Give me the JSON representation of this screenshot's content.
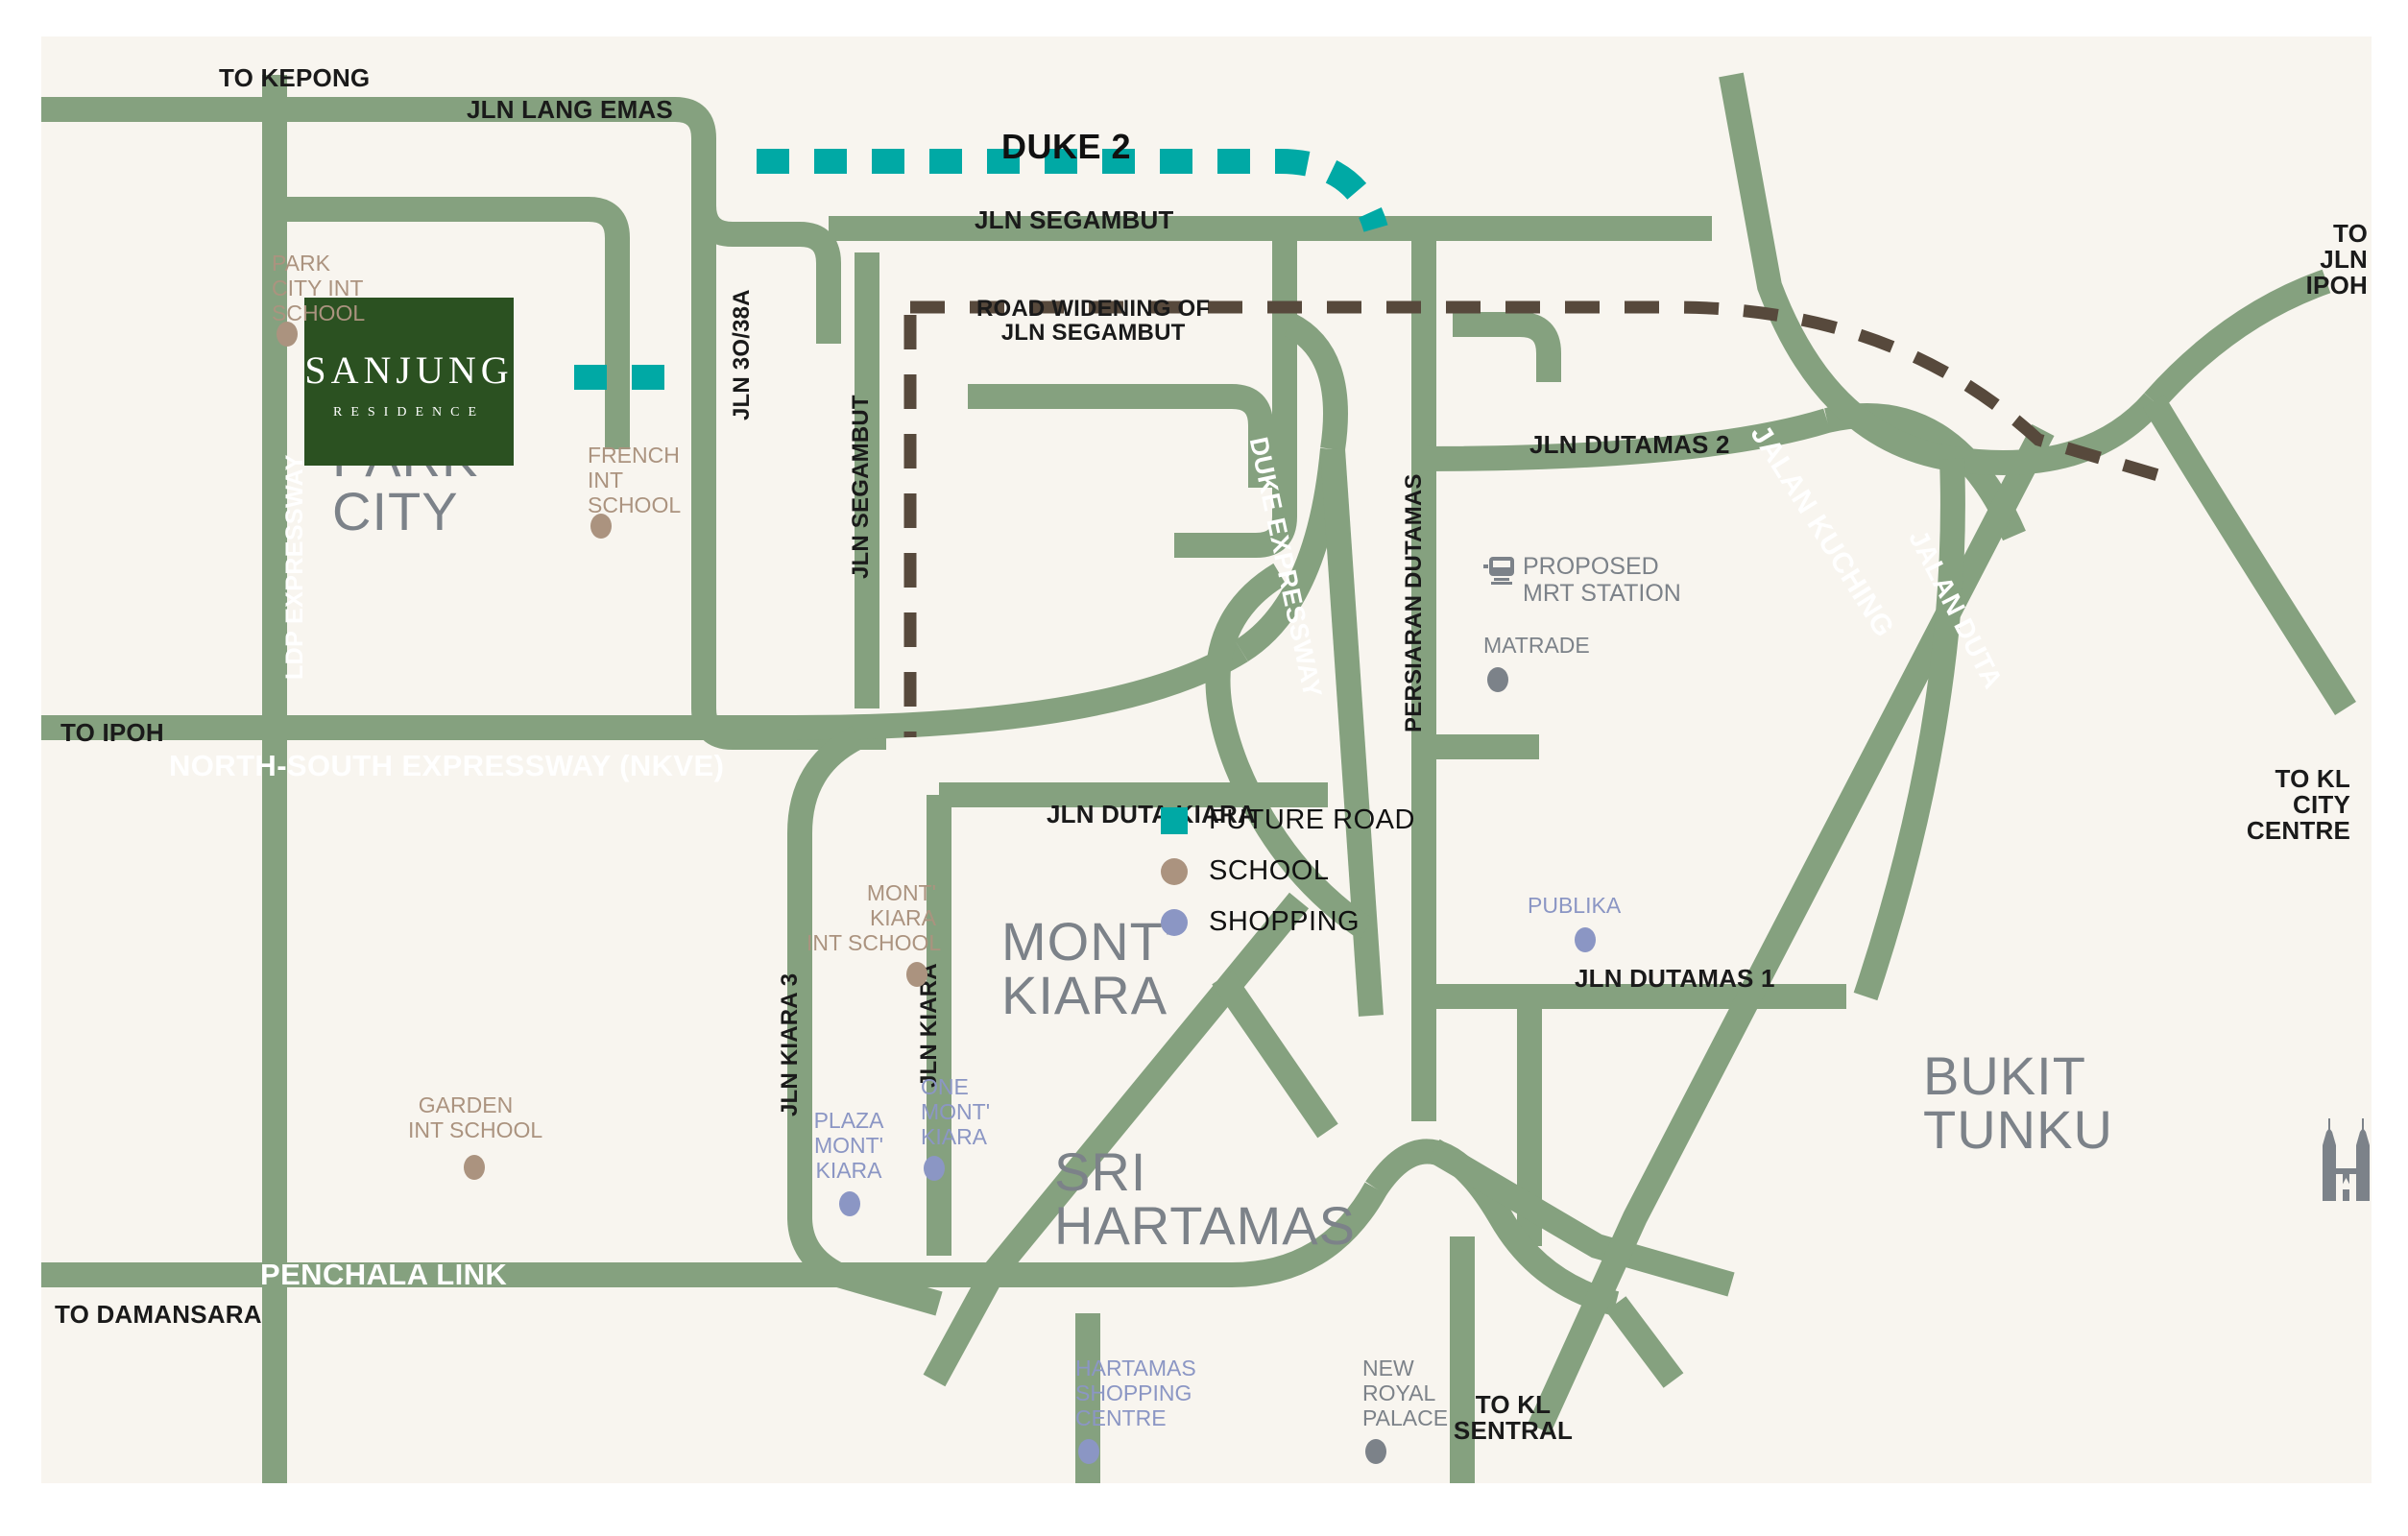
{
  "project": {
    "name": "SANJUNG",
    "subtitle": "RESIDENCE"
  },
  "colors": {
    "background": "#f8f5ef",
    "road": "#85a17f",
    "future_road": "#00a9a5",
    "road_widening": "#57493c",
    "project_box": "#2b5121",
    "school": "#ab937f",
    "shopping": "#8b96c4",
    "area_text": "#7c8289",
    "label_text": "#111111"
  },
  "legend": {
    "items": [
      {
        "label": "FUTURE ROAD",
        "swatch": "square",
        "color": "#00a9a5",
        "icon": "future-road-swatch"
      },
      {
        "label": "SCHOOL",
        "swatch": "circle",
        "color": "#ab937f",
        "icon": "school-dot-icon"
      },
      {
        "label": "SHOPPING",
        "swatch": "circle",
        "color": "#8b96c4",
        "icon": "shopping-dot-icon"
      }
    ]
  },
  "direction_labels": [
    {
      "text": "TO KEPONG"
    },
    {
      "text": "TO IPOH"
    },
    {
      "text": "TO DAMANSARA"
    },
    {
      "text": "TO\nJLN\nIPOH"
    },
    {
      "text": "TO KL\nCITY\nCENTRE"
    },
    {
      "text": "TO KL\nSENTRAL"
    }
  ],
  "road_labels": [
    {
      "text": "JLN LANG EMAS"
    },
    {
      "text": "DUKE 2"
    },
    {
      "text": "JLN SEGAMBUT"
    },
    {
      "text": "ROAD WIDENING OF\nJLN SEGAMBUT"
    },
    {
      "text": "JLN 3O/38A"
    },
    {
      "text": "JLN SEGAMBUT"
    },
    {
      "text": "LDP EXPRESSWAY"
    },
    {
      "text": "NORTH-SOUTH EXPRESSWAY (NKVE)"
    },
    {
      "text": "DUKE EXPRESSWAY"
    },
    {
      "text": "PERSIARAN DUTAMAS"
    },
    {
      "text": "JLN DUTAMAS 2"
    },
    {
      "text": "JALAN KUCHING"
    },
    {
      "text": "JLN DUTA KIARA"
    },
    {
      "text": "JLN DUTAMAS 1"
    },
    {
      "text": "JALAN DUTA"
    },
    {
      "text": "JLN KIARA 3"
    },
    {
      "text": "JLN KIARA"
    },
    {
      "text": "PENCHALA LINK"
    }
  ],
  "areas": [
    {
      "text": "DESA\nPARK\nCITY"
    },
    {
      "text": "MONT'\nKIARA"
    },
    {
      "text": "SRI\nHARTAMAS"
    },
    {
      "text": "BUKIT\nTUNKU"
    }
  ],
  "pois": [
    {
      "text": "PARK\nCITY INT\nSCHOOL",
      "type": "school"
    },
    {
      "text": "FRENCH\nINT\nSCHOOL",
      "type": "school"
    },
    {
      "text": "MONT'\nKIARA\nINT SCHOOL",
      "type": "school"
    },
    {
      "text": "GARDEN\nINT SCHOOL",
      "type": "school"
    },
    {
      "text": "PROPOSED\nMRT STATION",
      "type": "transit"
    },
    {
      "text": "MATRADE",
      "type": "landmark"
    },
    {
      "text": "PUBLIKA",
      "type": "shopping"
    },
    {
      "text": "PLAZA\nMONT'\nKIARA",
      "type": "shopping"
    },
    {
      "text": "ONE\nMONT'\nKIARA",
      "type": "shopping"
    },
    {
      "text": "HARTAMAS\nSHOPPING\nCENTRE",
      "type": "shopping"
    },
    {
      "text": "NEW\nROYAL\nPALACE",
      "type": "landmark"
    }
  ],
  "text": {
    "to_kepong": "TO KEPONG",
    "to_ipoh": "TO IPOH",
    "to_damansara": "TO DAMANSARA",
    "to_jln_ipoh": "TO\nJLN\nIPOH",
    "to_kl_city_centre": "TO KL\nCITY\nCENTRE",
    "to_kl_sentral": "TO KL\nSENTRAL",
    "jln_lang_emas": "JLN LANG EMAS",
    "duke_2": "DUKE 2",
    "jln_segambut": "JLN SEGAMBUT",
    "road_widening": "ROAD WIDENING OF\nJLN SEGAMBUT",
    "jln_30_38a": "JLN 3O/38A",
    "jln_segambut_v": "JLN SEGAMBUT",
    "ldp_expressway": "LDP EXPRESSWAY",
    "nkve": "NORTH-SOUTH EXPRESSWAY (NKVE)",
    "duke_expressway": "DUKE EXPRESSWAY",
    "persiaran_dutamas": "PERSIARAN DUTAMAS",
    "jln_dutamas_2": "JLN DUTAMAS 2",
    "jalan_kuching": "JALAN KUCHING",
    "jln_duta_kiara": "JLN DUTA KIARA",
    "jln_dutamas_1": "JLN DUTAMAS 1",
    "jalan_duta": "JALAN DUTA",
    "jln_kiara_3": "JLN KIARA 3",
    "jln_kiara": "JLN KIARA",
    "penchala_link": "PENCHALA LINK",
    "desa_park_city": "DESA\nPARK\nCITY",
    "mont_kiara": "MONT'\nKIARA",
    "sri_hartamas": "SRI\nHARTAMAS",
    "bukit_tunku": "BUKIT\nTUNKU",
    "park_city_int_school": "PARK\nCITY INT\nSCHOOL",
    "french_int_school": "FRENCH\nINT\nSCHOOL",
    "mont_kiara_int_school": "MONT'\nKIARA\nINT SCHOOL",
    "garden_int_school": "GARDEN\nINT SCHOOL",
    "proposed_mrt_station": "PROPOSED\nMRT STATION",
    "matrade": "MATRADE",
    "publika": "PUBLIKA",
    "plaza_mont_kiara": "PLAZA\nMONT'\nKIARA",
    "one_mont_kiara": "ONE\nMONT'\nKIARA",
    "hartamas_shopping_centre": "HARTAMAS\nSHOPPING\nCENTRE",
    "new_royal_palace": "NEW\nROYAL\nPALACE",
    "legend_future_road": "FUTURE ROAD",
    "legend_school": "SCHOOL",
    "legend_shopping": "SHOPPING"
  }
}
